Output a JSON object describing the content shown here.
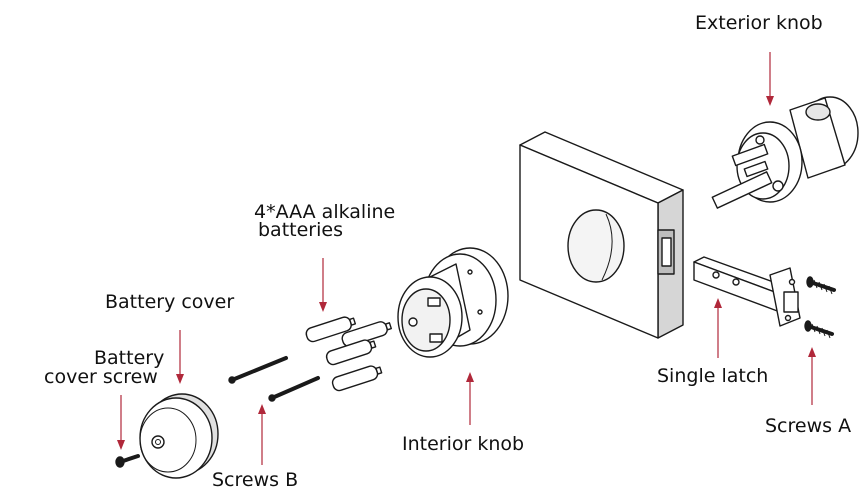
{
  "labels": {
    "exterior_knob": "Exterior knob",
    "batteries_line1": "4*AAA alkaline",
    "batteries_line2": "batteries",
    "battery_cover": "Battery cover",
    "cover_screw_line1": "Battery",
    "cover_screw_line2": "cover screw",
    "single_latch": "Single latch",
    "screws_a": "Screws A",
    "screws_b": "Screws B",
    "interior_knob": "Interior knob"
  },
  "colors": {
    "arrow": "#b0283a",
    "outline": "#1a1a1a",
    "door_side": "#d6d6d6",
    "shadow": "#8a8a8a"
  }
}
